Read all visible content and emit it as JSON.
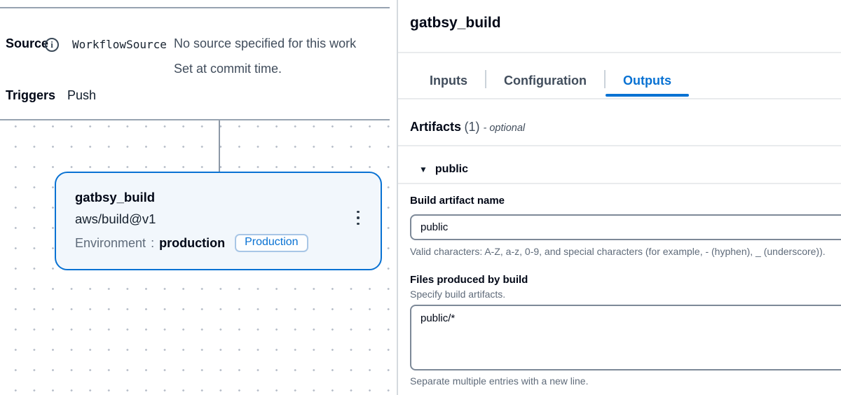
{
  "colors": {
    "accent_blue": "#0972d3",
    "node_bg": "#f2f7fc",
    "divider": "#e9ebed",
    "input_border": "#7d8998",
    "text_secondary": "#414d5c",
    "text_helper": "#5f6b7a"
  },
  "left_panel": {
    "source": {
      "label": "Source",
      "info_icon_glyph": "i",
      "value": "WorkflowSource",
      "description_line1": "No source specified for this work",
      "description_line2": "Set at commit time."
    },
    "triggers": {
      "label": "Triggers",
      "value": "Push"
    },
    "node": {
      "title": "gatbsy_build",
      "action": "aws/build@v1",
      "env_label": "Environment",
      "env_separator": ":",
      "env_value": "production",
      "badge": "Production"
    }
  },
  "right_panel": {
    "title": "gatbsy_build",
    "tabs": [
      {
        "label": "Inputs"
      },
      {
        "label": "Configuration"
      },
      {
        "label": "Outputs"
      }
    ],
    "artifacts_header": {
      "label": "Artifacts",
      "count": "(1)",
      "optional": "- optional"
    },
    "expander": {
      "caret_glyph": "▼",
      "label": "public"
    },
    "artifact_name_field": {
      "label": "Build artifact name",
      "value": "public",
      "helper": "Valid characters: A-Z, a-z, 0-9, and special characters (for example, - (hyphen), _ (underscore))."
    },
    "files_field": {
      "label": "Files produced by build",
      "description": "Specify build artifacts.",
      "value": "public/*",
      "helper": "Separate multiple entries with a new line."
    }
  }
}
